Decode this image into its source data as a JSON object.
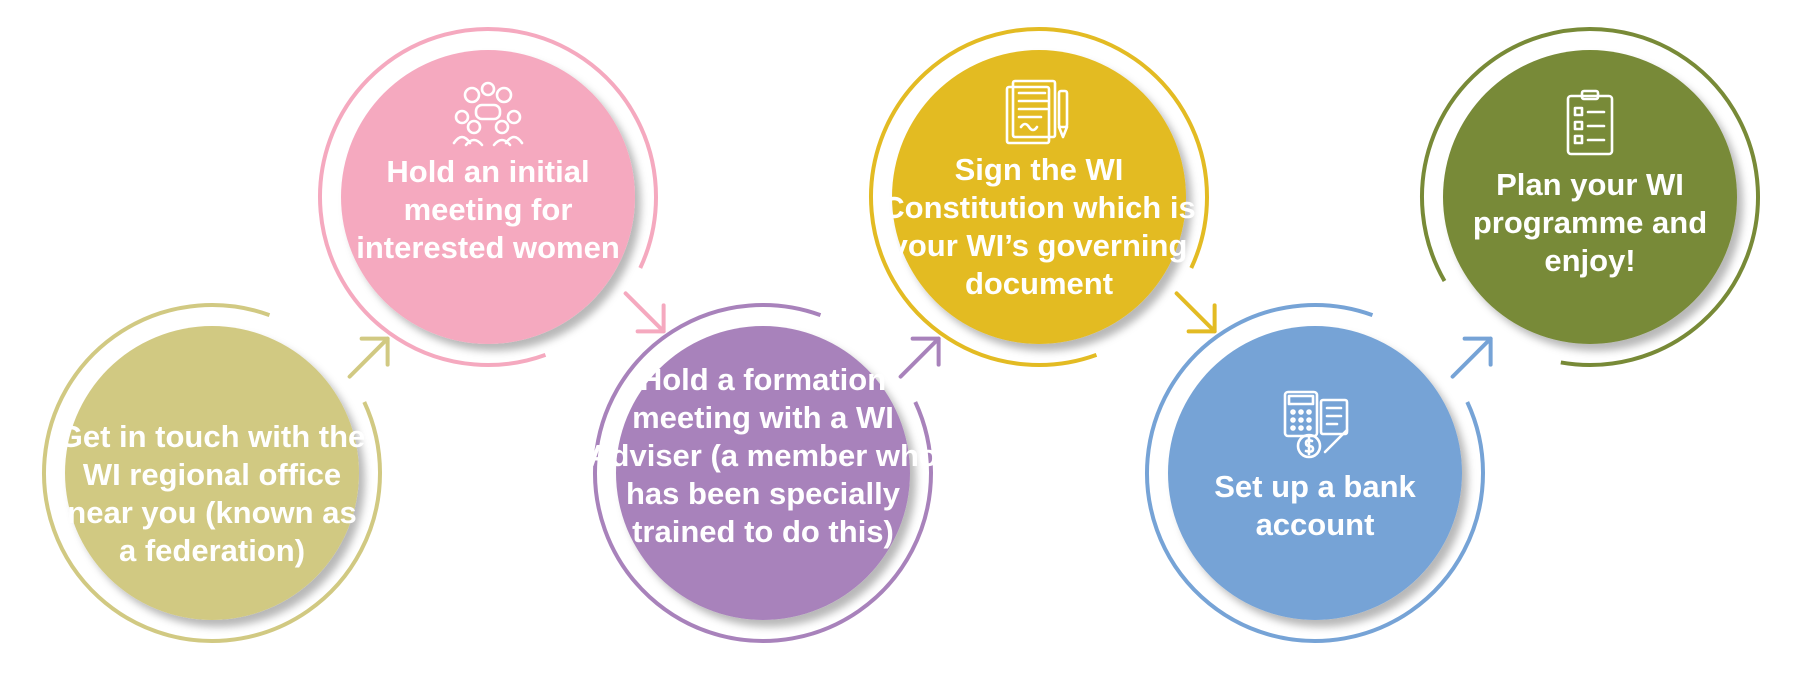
{
  "steps": [
    {
      "lines": [
        "Get in touch with the",
        "WI regional office",
        "near you (known as",
        "a federation)"
      ],
      "color": "#d1c982",
      "icon": ""
    },
    {
      "lines": [
        "Hold an initial",
        "meeting for",
        "interested women"
      ],
      "color": "#f5a9bf",
      "icon": "group-meeting-icon"
    },
    {
      "lines": [
        "Hold a formation",
        "meeting with a WI",
        "Adviser (a member who",
        "has been specially",
        "trained to do this)"
      ],
      "color": "#a882bb",
      "icon": ""
    },
    {
      "lines": [
        "Sign the WI",
        "Constitution which is",
        "your WI’s governing",
        "document"
      ],
      "color": "#e3bb23",
      "icon": "document-signing-icon"
    },
    {
      "lines": [
        "Set up a bank",
        "account"
      ],
      "color": "#76a3d6",
      "icon": "calculator-finance-icon"
    },
    {
      "lines": [
        "Plan your WI",
        "programme and",
        "enjoy!"
      ],
      "color": "#788a37",
      "icon": "checklist-icon"
    }
  ]
}
